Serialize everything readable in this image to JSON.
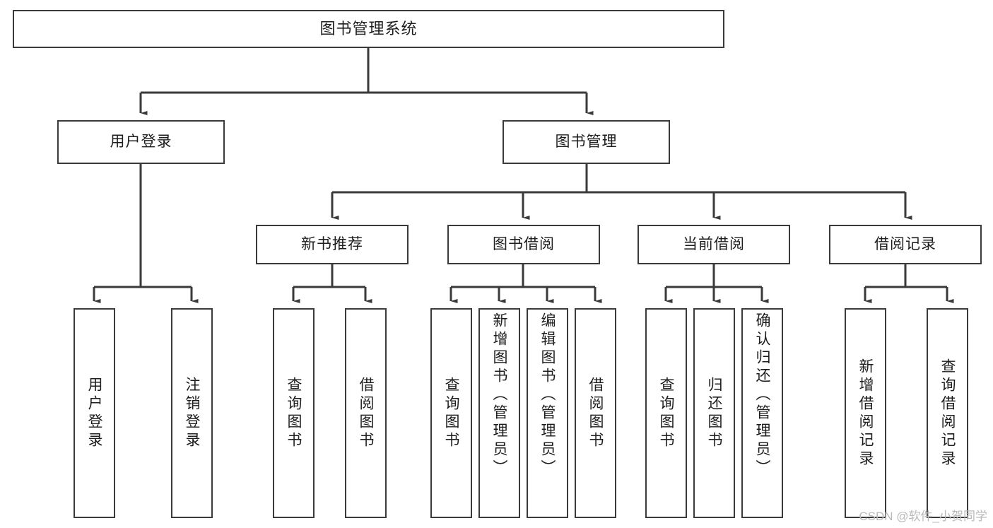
{
  "diagram": {
    "type": "tree",
    "title": "图书管理系统",
    "orientation": "top-down",
    "colors": {
      "box_border": "#3a3a3a",
      "box_fill": "#ffffff",
      "edge": "#3a3a3a",
      "text": "#1d1d1d",
      "watermark": "#b9b9b9"
    }
  },
  "root": {
    "label": "图书管理系统"
  },
  "level2": [
    {
      "label": "用户登录"
    },
    {
      "label": "图书管理"
    }
  ],
  "level3": [
    {
      "label": "新书推荐"
    },
    {
      "label": "图书借阅"
    },
    {
      "label": "当前借阅"
    },
    {
      "label": "借阅记录"
    }
  ],
  "leaves": {
    "user_login": [
      {
        "label": "用户登录"
      },
      {
        "label": "注销登录"
      }
    ],
    "new_book": [
      {
        "label": "查询图书"
      },
      {
        "label": "借阅图书"
      }
    ],
    "book_borrow": [
      {
        "label": "查询图书"
      },
      {
        "label": "新增图书（管理员）"
      },
      {
        "label": "编辑图书（管理员）"
      },
      {
        "label": "借阅图书"
      }
    ],
    "current_borrow": [
      {
        "label": "查询图书"
      },
      {
        "label": "归还图书"
      },
      {
        "label": "确认归还（管理员）"
      }
    ],
    "borrow_record": [
      {
        "label": "新增借阅记录"
      },
      {
        "label": "查询借阅记录"
      }
    ]
  },
  "watermark": {
    "text": "CSDN @软件_小贺同学"
  }
}
